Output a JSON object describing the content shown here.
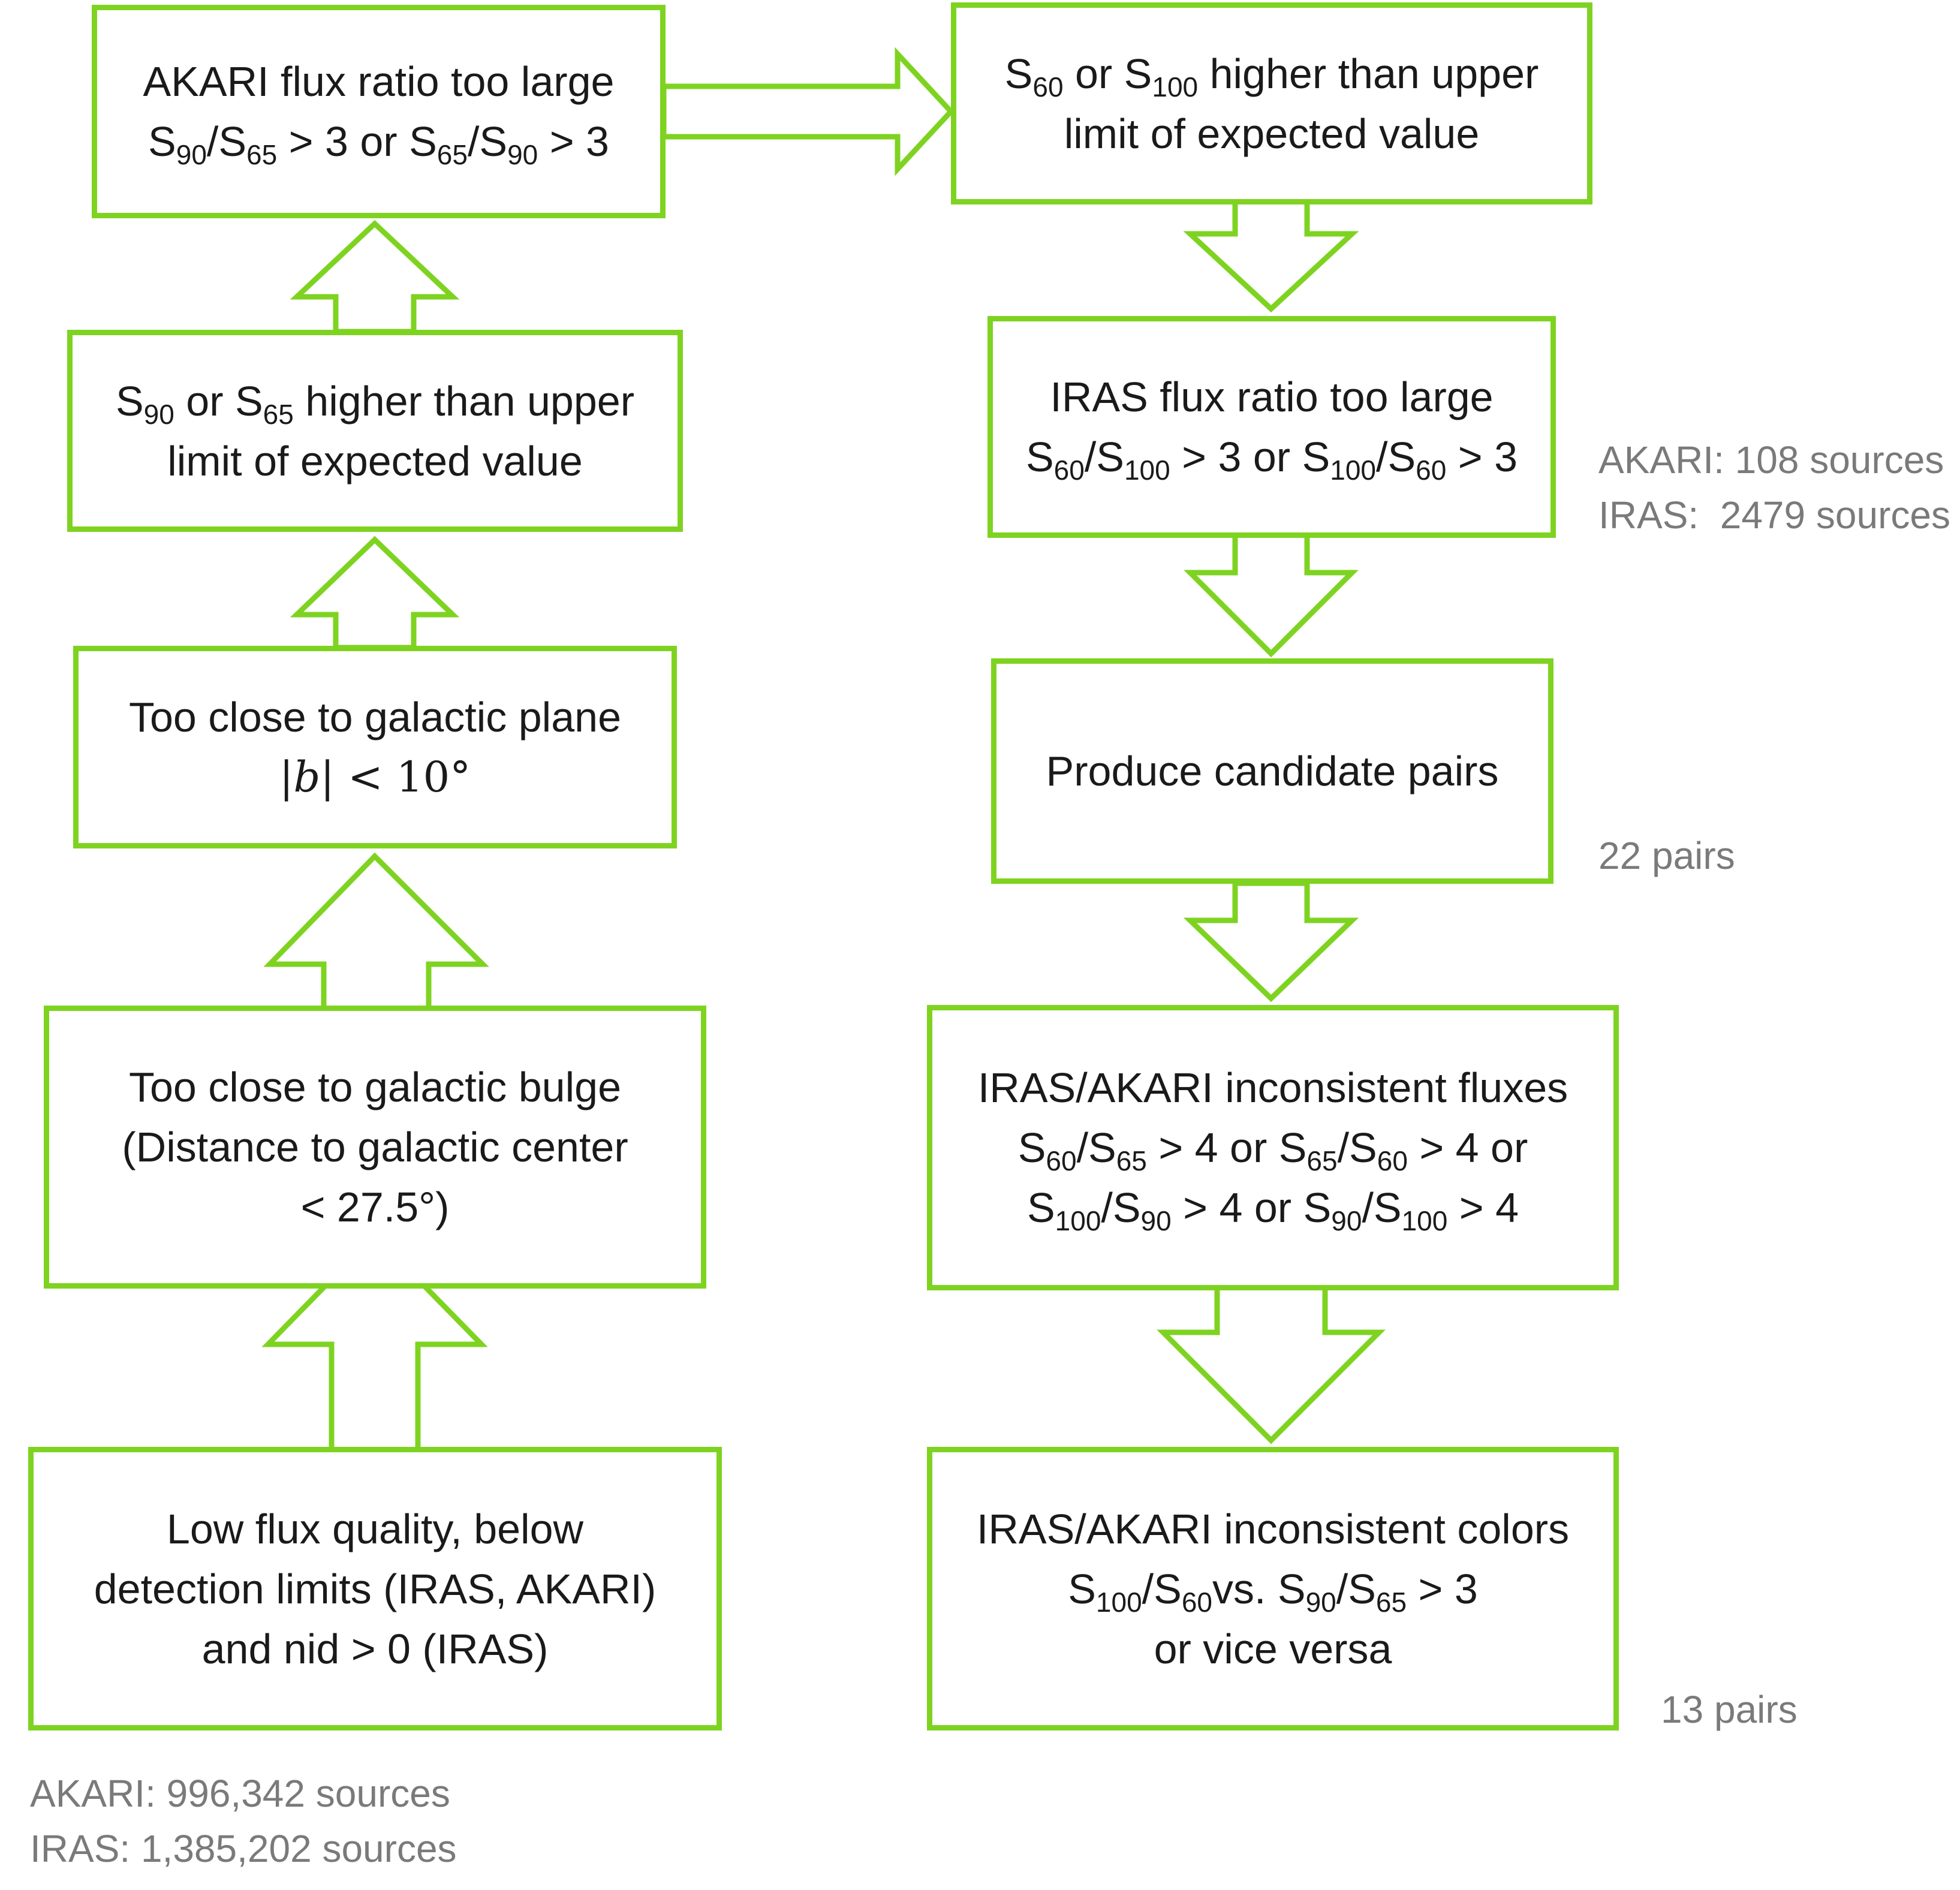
{
  "accent_color": "#7ed321",
  "boxes": {
    "akari_flux_ratio": {
      "l1": "AKARI flux ratio too large",
      "l2": [
        "S",
        "90",
        "/S",
        "65",
        " > 3 or S",
        "65",
        "/S",
        "90",
        " > 3"
      ]
    },
    "akari_upper_limit": {
      "l1": [
        "S",
        "90",
        " or S",
        "65",
        " higher than upper"
      ],
      "l2": "limit of expected value"
    },
    "galactic_plane": {
      "l1": "Too close to galactic plane",
      "l2": [
        "|",
        "b",
        "| < 10°"
      ]
    },
    "galactic_bulge": {
      "l1": "Too close to galactic bulge",
      "l2": "(Distance to galactic center",
      "l3": "< 27.5°)"
    },
    "low_flux_quality": {
      "l1": "Low flux quality, below",
      "l2": "detection limits (IRAS, AKARI)",
      "l3": "and nid > 0 (IRAS)"
    },
    "iras_upper_limit": {
      "l1": [
        "S",
        "60",
        " or S",
        "100",
        " higher than upper"
      ],
      "l2": "limit of expected value"
    },
    "iras_flux_ratio": {
      "l1": "IRAS flux ratio too large",
      "l2": [
        "S",
        "60",
        "/S",
        "100",
        " > 3 or S",
        "100",
        "/S",
        "60",
        " > 3"
      ]
    },
    "candidate_pairs": {
      "l1": "Produce candidate pairs"
    },
    "inconsistent_fluxes": {
      "l1": "IRAS/AKARI inconsistent fluxes",
      "l2": [
        "S",
        "60",
        "/S",
        "65",
        " > 4 or S",
        "65",
        "/S",
        "60",
        " > 4 or"
      ],
      "l3": [
        "S",
        "100",
        "/S",
        "90",
        " > 4 or S",
        "90",
        "/S",
        "100",
        " > 4"
      ]
    },
    "inconsistent_colors": {
      "l1": "IRAS/AKARI inconsistent colors",
      "l2": [
        "S",
        "100",
        "/S",
        "60",
        "vs. S",
        "90",
        "/S",
        "65",
        " > 3"
      ],
      "l3": "or vice versa"
    }
  },
  "notes": {
    "start_akari": "AKARI: 996,342 sources",
    "start_iras": "IRAS: 1,385,202 sources",
    "mid_akari": "AKARI: 108 sources",
    "mid_iras": "IRAS:  2479 sources",
    "pairs_22": "22 pairs",
    "pairs_13": "13 pairs"
  }
}
